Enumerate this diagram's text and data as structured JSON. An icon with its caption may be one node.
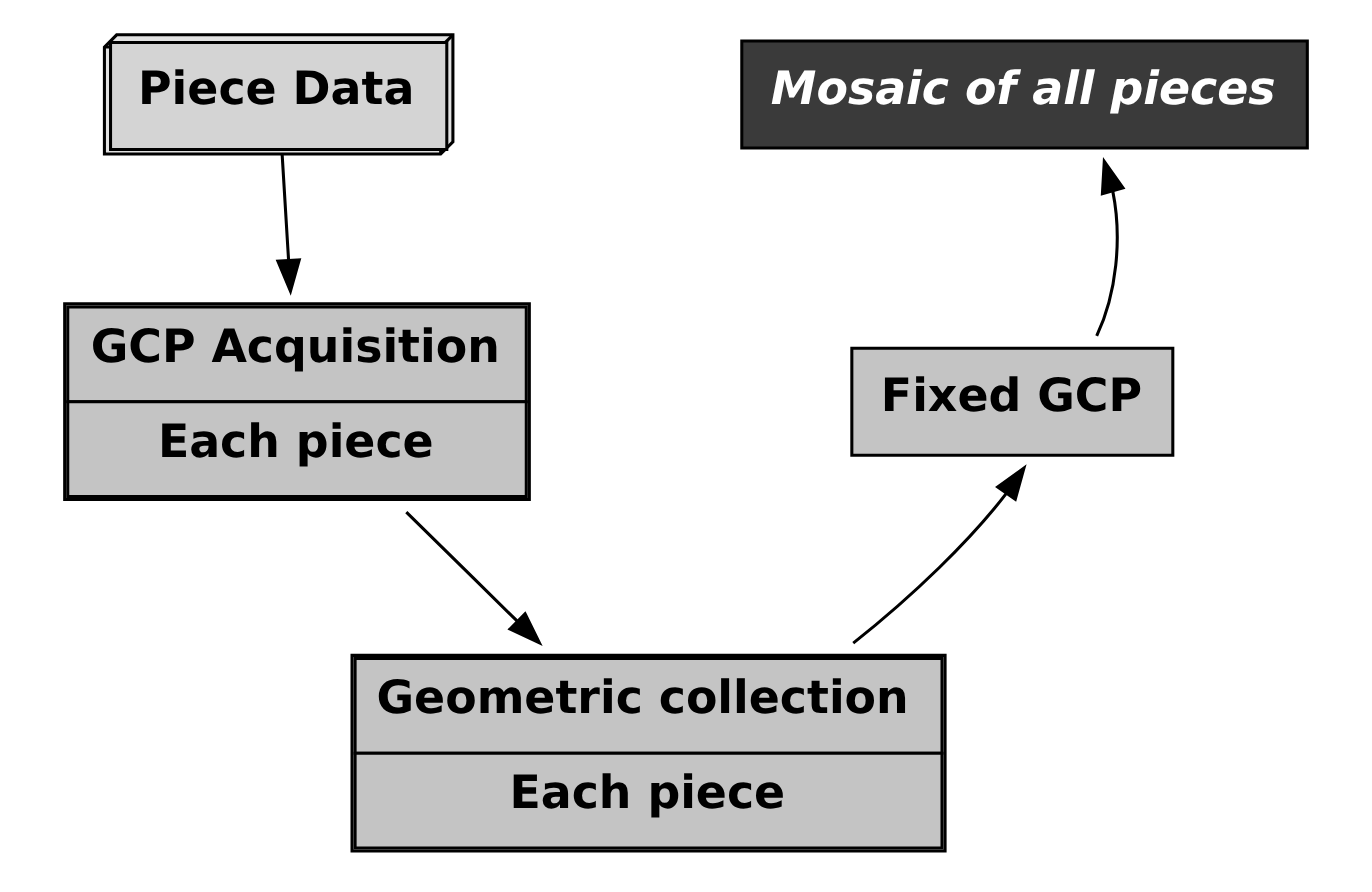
{
  "diagram": {
    "nodes": [
      {
        "text": [
          "Piece Data"
        ]
      },
      {
        "text": [
          "GCP Acquisition",
          "Each piece"
        ]
      },
      {
        "text": [
          "Geometric collection",
          "Each piece"
        ]
      },
      {
        "text": [
          "Fixed GCP"
        ]
      },
      {
        "text": [
          "Mosaic of all pieces"
        ]
      }
    ],
    "edges": [
      {
        "from": 0,
        "to": 1,
        "arrow": "to"
      },
      {
        "from": 1,
        "to": 2,
        "arrow": "to"
      },
      {
        "from": 2,
        "to": 3,
        "arrow": "to"
      },
      {
        "from": 3,
        "to": 4,
        "arrow": "to"
      }
    ]
  }
}
